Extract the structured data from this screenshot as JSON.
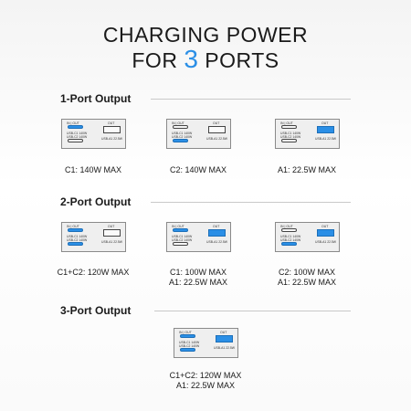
{
  "title": {
    "line1": "CHARGING POWER",
    "line2_pre": "FOR ",
    "line2_num": "3",
    "line2_post": " PORTS"
  },
  "colors": {
    "accent": "#2b8fe6",
    "panel_bg": "#efefef",
    "panel_border": "#8a8a8a"
  },
  "panel_text": {
    "in_out": "IN | OUT",
    "out": "OUT",
    "c1": "USB-C1 140W",
    "c2": "USB-C2 140W",
    "a1": "USB-A1 22.5W"
  },
  "sections": [
    {
      "heading": "1-Port Output",
      "items": [
        {
          "c1": true,
          "c2": false,
          "a": false,
          "caption": [
            "C1: 140W MAX"
          ]
        },
        {
          "c1": false,
          "c2": true,
          "a": false,
          "caption": [
            "C2: 140W MAX"
          ]
        },
        {
          "c1": false,
          "c2": false,
          "a": true,
          "caption": [
            "A1: 22.5W MAX"
          ]
        }
      ]
    },
    {
      "heading": "2-Port Output",
      "items": [
        {
          "c1": true,
          "c2": true,
          "a": false,
          "caption": [
            "C1+C2: 120W MAX"
          ]
        },
        {
          "c1": true,
          "c2": false,
          "a": true,
          "caption": [
            "C1: 100W MAX",
            "A1: 22.5W MAX"
          ]
        },
        {
          "c1": false,
          "c2": true,
          "a": true,
          "caption": [
            "C2: 100W MAX",
            "A1: 22.5W MAX"
          ]
        }
      ]
    },
    {
      "heading": "3-Port Output",
      "items": [
        {
          "c1": true,
          "c2": true,
          "a": true,
          "caption": [
            "C1+C2: 120W MAX",
            "A1: 22.5W MAX"
          ]
        }
      ]
    }
  ]
}
